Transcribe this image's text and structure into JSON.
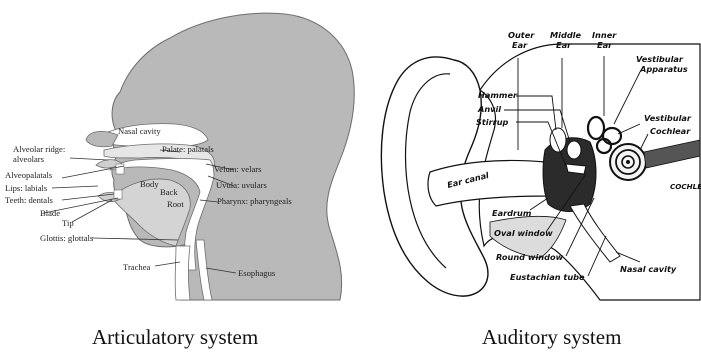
{
  "articulatory": {
    "caption": "Articulatory system",
    "labels": {
      "nasal_cavity": "Nasal cavity",
      "palate": "Palate: palatals",
      "alveolar_ridge": "Alveolar ridge:",
      "alveolars": "alveolars",
      "alveopalatals": "Alveopalatals",
      "velum": "Velum: velars",
      "uvula": "Uvula: uvulars",
      "lips": "Lips: labials",
      "body": "Body",
      "back": "Back",
      "teeth": "Teeth: dentals",
      "root": "Root",
      "pharynx": "Pharynx: pharyngeals",
      "blade": "Blade",
      "tip": "Tip",
      "glottis": "Glottis: glottals",
      "trachea": "Trachea",
      "esophagus": "Esophagus"
    }
  },
  "auditory": {
    "caption": "Auditory system",
    "labels": {
      "outer_ear_1": "Outer",
      "outer_ear_2": "Ear",
      "middle_ear_1": "Middle",
      "middle_ear_2": "Ear",
      "inner_ear_1": "Inner",
      "inner_ear_2": "Ear",
      "vestibular_apparatus_1": "Vestibular",
      "vestibular_apparatus_2": "Apparatus",
      "hammer": "Hammer",
      "anvil": "Anvil",
      "stirrup": "Stirrup",
      "vestibular": "Vestibular",
      "cochlear": "Cochlear",
      "cochlea": "COCHLE",
      "ear_canal": "Ear canal",
      "eardrum": "Eardrum",
      "oval_window": "Oval window",
      "round_window": "Round window",
      "eustachian_tube": "Eustachian tube",
      "nasal_cavity": "Nasal cavity"
    }
  }
}
